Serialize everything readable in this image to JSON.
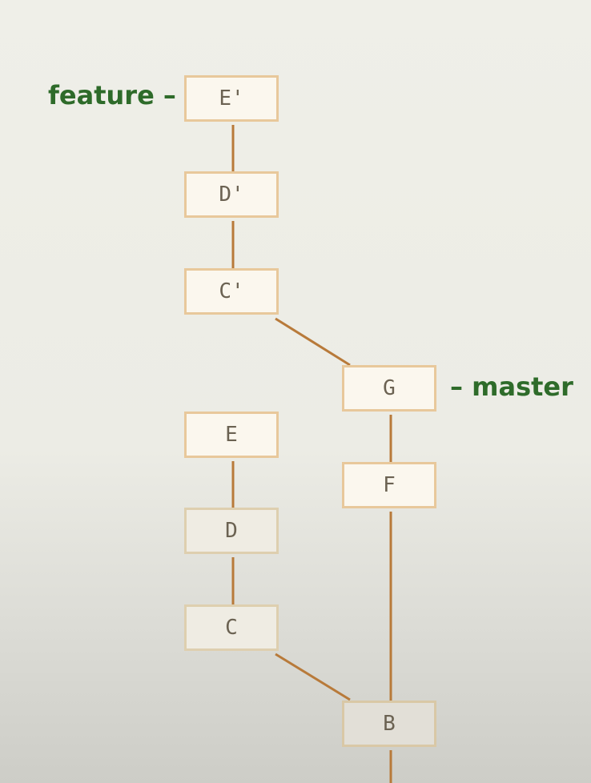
{
  "diagram": {
    "labels": {
      "feature": "feature –",
      "master": "– master"
    },
    "commits": {
      "e_prime": "E'",
      "d_prime": "D'",
      "c_prime": "C'",
      "g": "G",
      "f": "F",
      "e": "E",
      "d": "D",
      "c": "C",
      "b": "B"
    },
    "edge_color": "#b87a3a",
    "node_border_color": "#e8c89b",
    "label_color": "#2e6b2a"
  }
}
